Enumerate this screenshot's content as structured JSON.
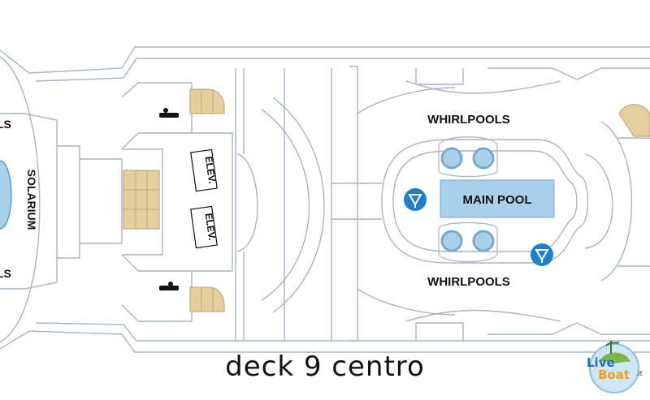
{
  "map": {
    "labels": {
      "whirlpools_top": "WHIRLPOOLS",
      "whirlpools_bottom": "WHIRLPOOLS",
      "main_pool": "MAIN POOL",
      "solarium": "SOLARIUM",
      "elev_top": "ELEV.",
      "elev_bottom": "ELEV.",
      "partial_top": "LS",
      "partial_bottom": "LS"
    },
    "caption": "deck 9 centro"
  },
  "logo": {
    "line1": "Live",
    "line2": "Boat",
    "suffix": ".it"
  },
  "colors": {
    "line": "#a8b4c4",
    "pool": "#a9d0ea",
    "sand": "#e6cf9e",
    "accent": "#1f7fc8"
  },
  "icons": [
    "toilet-icon",
    "pool-drink-icon"
  ]
}
